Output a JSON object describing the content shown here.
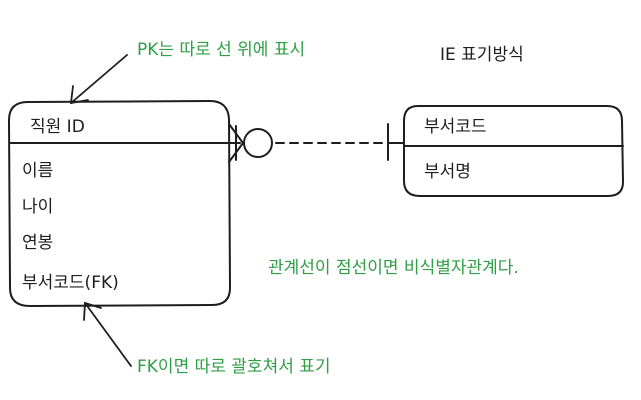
{
  "colors": {
    "ink": "#1e1e1e",
    "annotation": "#2f9e44",
    "background": "#ffffff"
  },
  "employee_entity": {
    "primary_key": "직원 ID",
    "attributes": [
      "이름",
      "나이",
      "연봉",
      "부서코드(FK)"
    ]
  },
  "department_entity": {
    "primary_key": "부서코드",
    "attributes": [
      "부서명"
    ]
  },
  "notation_title": "IE 표기방식",
  "annotations": {
    "pk_note": "PK는 따로 선 위에 표시",
    "fk_note": "FK이면 따로 괄호쳐서 표기",
    "relation_note": "관계선이 점선이면 비식별자관계다."
  }
}
